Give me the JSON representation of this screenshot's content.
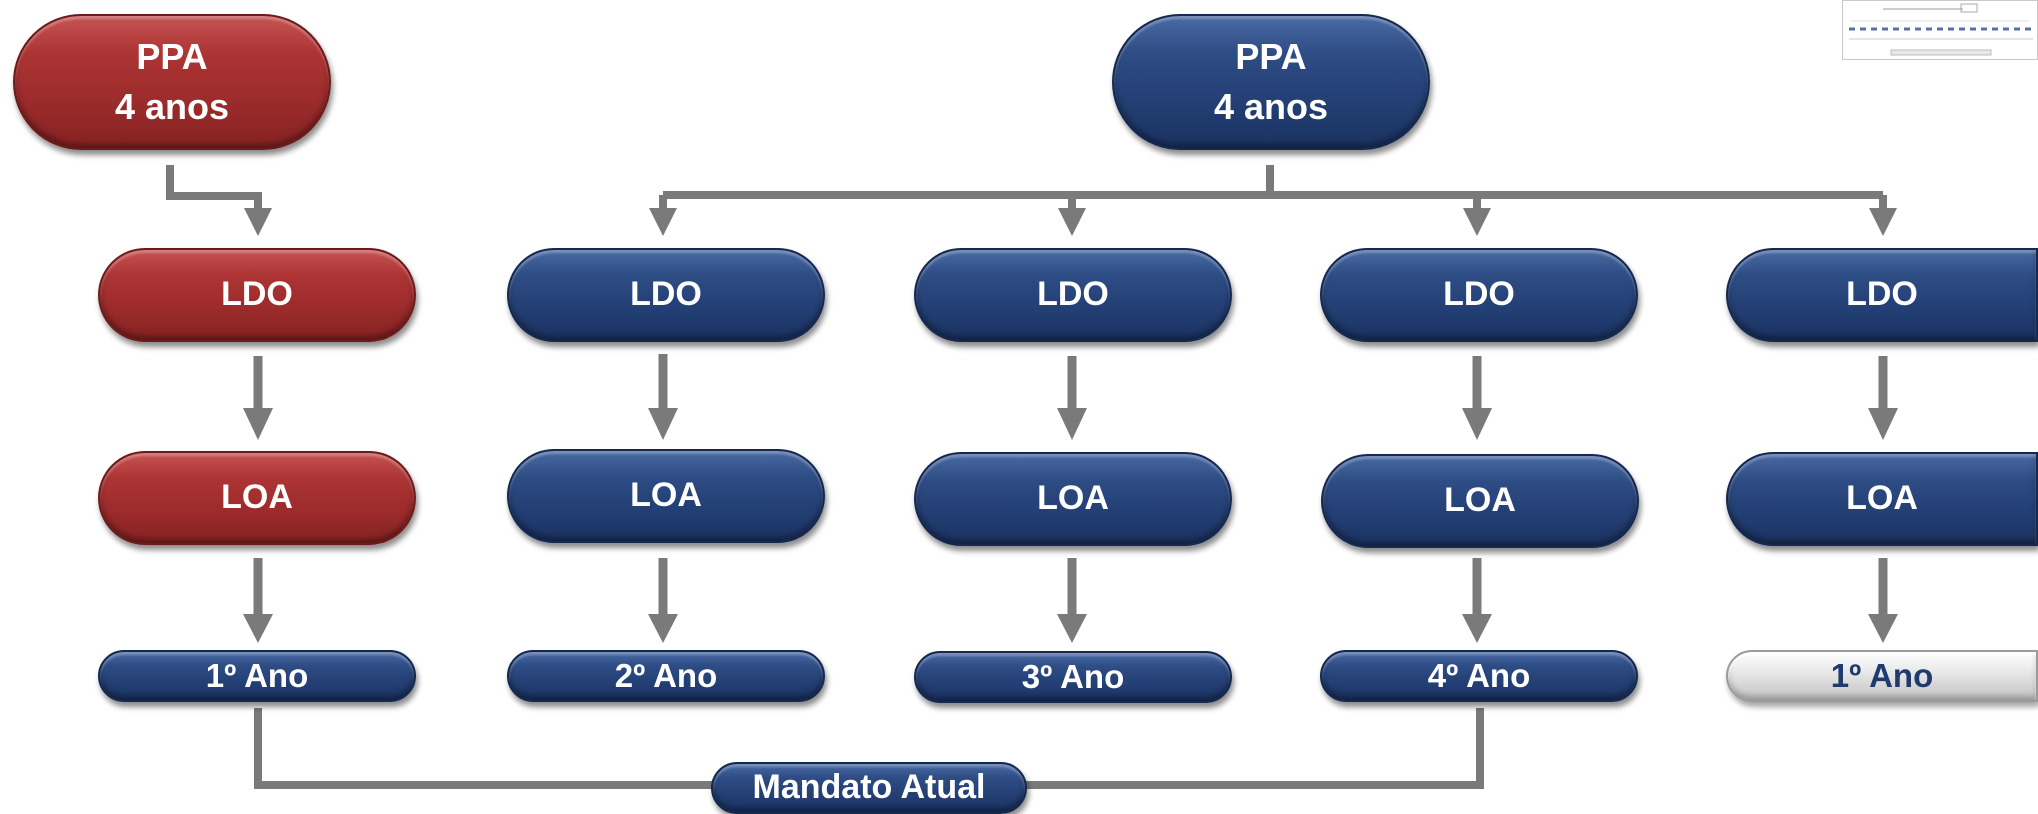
{
  "colors": {
    "connector": "#7a7a7a",
    "previous_mandate": "#a63030",
    "current_mandate": "#233f74",
    "next_mandate": "#d0d0d0"
  },
  "previous": {
    "ppa_line1": "PPA",
    "ppa_line2": "4 anos",
    "ldo": "LDO",
    "loa": "LOA",
    "year": "1º Ano"
  },
  "current": {
    "ppa_line1": "PPA",
    "ppa_line2": "4 anos",
    "columns": [
      {
        "ldo": "LDO",
        "loa": "LOA",
        "year": "2º Ano"
      },
      {
        "ldo": "LDO",
        "loa": "LOA",
        "year": "3º Ano"
      },
      {
        "ldo": "LDO",
        "loa": "LOA",
        "year": "4º Ano"
      }
    ]
  },
  "next": {
    "ldo": "LDO",
    "loa": "LOA",
    "year": "1º Ano"
  },
  "mandate_label": "Mandato Atual"
}
